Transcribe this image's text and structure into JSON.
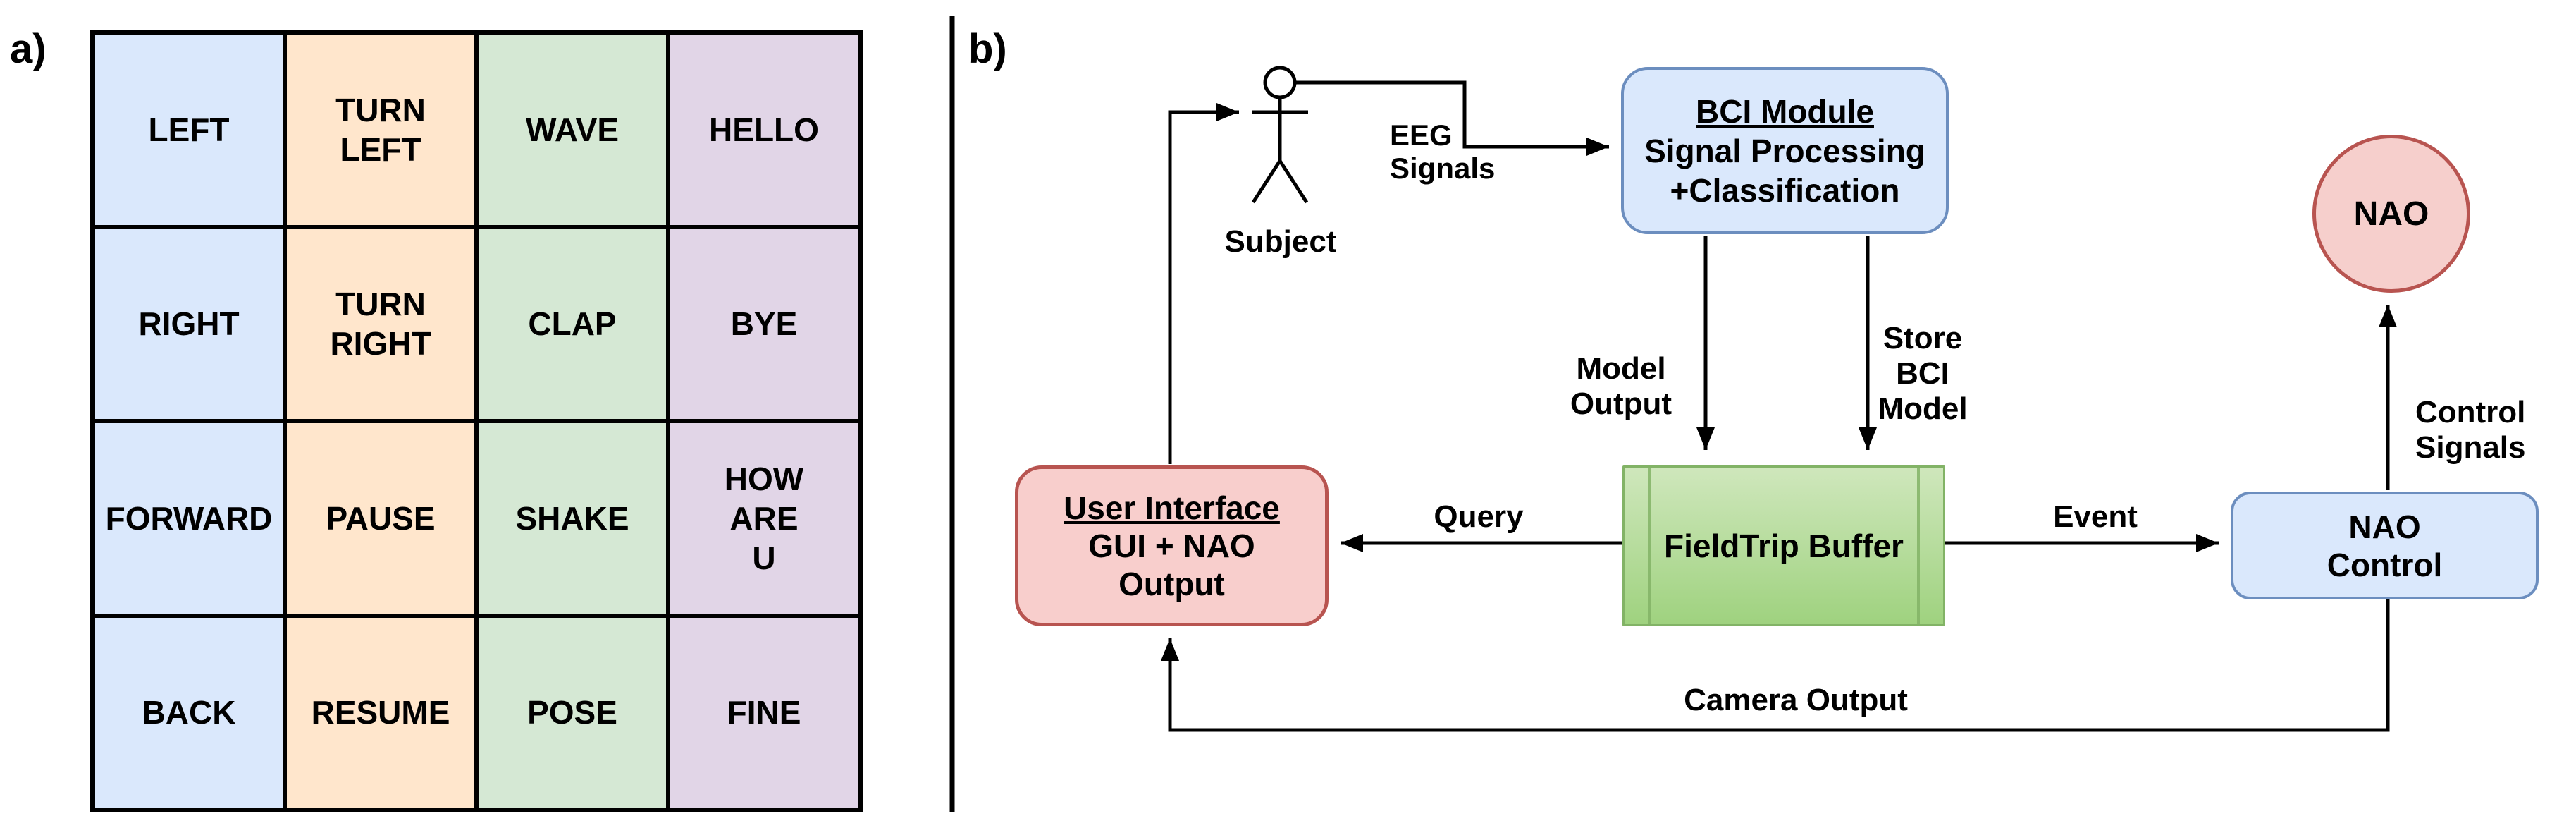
{
  "panel_a": {
    "label": "a)",
    "grid": {
      "rows": [
        [
          "LEFT",
          "TURN\nLEFT",
          "WAVE",
          "HELLO"
        ],
        [
          "RIGHT",
          "TURN\nRIGHT",
          "CLAP",
          "BYE"
        ],
        [
          "FORWARD",
          "PAUSE",
          "SHAKE",
          "HOW\nARE\nU"
        ],
        [
          "BACK",
          "RESUME",
          "POSE",
          "FINE"
        ]
      ],
      "column_colors": [
        "#dae8fc",
        "#ffe6cc",
        "#d5e8d4",
        "#e1d5e7"
      ]
    }
  },
  "panel_b": {
    "label": "b)",
    "nodes": {
      "subject": {
        "label": "Subject"
      },
      "bci": {
        "title": "BCI Module",
        "line2": "Signal Processing",
        "line3": "+Classification",
        "fill": "#dae8fc",
        "stroke": "#6c8ebf"
      },
      "fieldtrip": {
        "label": "FieldTrip Buffer",
        "fill_top": "#cfe7bc",
        "fill_bottom": "#9fd27f",
        "stroke": "#82b366"
      },
      "ui": {
        "title": "User Interface",
        "line2": "GUI + NAO",
        "line3": "Output",
        "fill": "#f8cecc",
        "stroke": "#b85450"
      },
      "nao_control": {
        "line1": "NAO",
        "line2": "Control",
        "fill": "#dae8fc",
        "stroke": "#6c8ebf"
      },
      "nao": {
        "label": "NAO",
        "fill": "#f6cfcc",
        "stroke": "#b85450"
      }
    },
    "edges": {
      "eeg": "EEG\nSignals",
      "model_output": "Model\nOutput",
      "store_bci": "Store\nBCI\nModel",
      "query": "Query",
      "event": "Event",
      "control_signals": "Control\nSignals",
      "camera_output": "Camera Output"
    }
  }
}
